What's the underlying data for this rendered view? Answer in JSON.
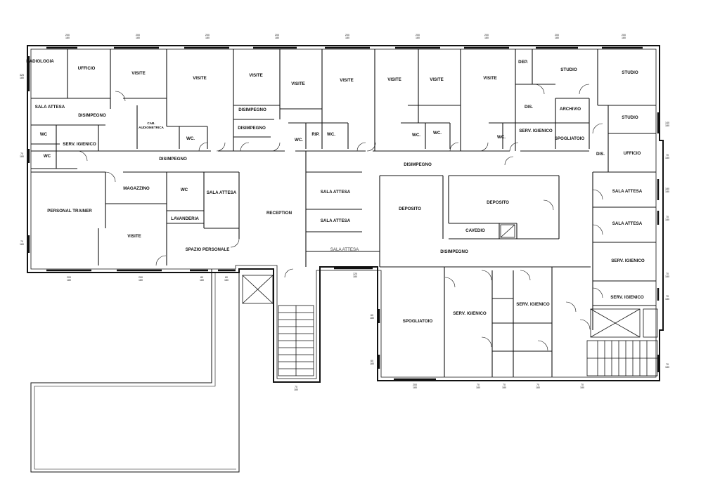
{
  "plan": {
    "rooms": [
      {
        "id": "radiologia",
        "label": "RADIOLOGIA"
      },
      {
        "id": "ufficio-1",
        "label": "UFFICIO"
      },
      {
        "id": "visite-1",
        "label": "VISITE"
      },
      {
        "id": "visite-2",
        "label": "VISITE"
      },
      {
        "id": "visite-3",
        "label": "VISITE"
      },
      {
        "id": "visite-4",
        "label": "VISITE"
      },
      {
        "id": "visite-5",
        "label": "VISITE"
      },
      {
        "id": "visite-6",
        "label": "VISITE"
      },
      {
        "id": "visite-7",
        "label": "VISITE"
      },
      {
        "id": "visite-8",
        "label": "VISITE"
      },
      {
        "id": "dep",
        "label": "DEP."
      },
      {
        "id": "studio-1",
        "label": "STUDIO"
      },
      {
        "id": "studio-2",
        "label": "STUDIO"
      },
      {
        "id": "sala-attesa-1",
        "label": "SALA ATTESA"
      },
      {
        "id": "disimpegno-1",
        "label": "DISIMPEGNO"
      },
      {
        "id": "cab-audiometrica",
        "label": "CAB. AUDIOMETRICA"
      },
      {
        "id": "disimpegno-2",
        "label": "DISIMPEGNO"
      },
      {
        "id": "disimpegno-3",
        "label": "DISIMPEGNO"
      },
      {
        "id": "dis-1",
        "label": "DIS."
      },
      {
        "id": "archivio",
        "label": "ARCHIVIO"
      },
      {
        "id": "studio-3",
        "label": "STUDIO"
      },
      {
        "id": "wc-1",
        "label": "WC"
      },
      {
        "id": "serv-igienico-1",
        "label": "SERV. IGIENICO"
      },
      {
        "id": "wc-2",
        "label": "WC"
      },
      {
        "id": "wc-3",
        "label": "WC."
      },
      {
        "id": "wc-4",
        "label": "WC."
      },
      {
        "id": "rip",
        "label": "RIP."
      },
      {
        "id": "wc-5",
        "label": "WC."
      },
      {
        "id": "wc-6",
        "label": "WC."
      },
      {
        "id": "wc-7",
        "label": "WC."
      },
      {
        "id": "wc-8",
        "label": "WC."
      },
      {
        "id": "serv-igienico-2",
        "label": "SERV. IGIENICO"
      },
      {
        "id": "spogliatoio-1",
        "label": "SPOGLIATOIO"
      },
      {
        "id": "dis-2",
        "label": "DIS."
      },
      {
        "id": "ufficio-2",
        "label": "UFFICIO"
      },
      {
        "id": "disimpegno-4",
        "label": "DISIMPEGNO"
      },
      {
        "id": "disimpegno-5",
        "label": "DISIMPEGNO"
      },
      {
        "id": "magazzino",
        "label": "MAGAZZINO"
      },
      {
        "id": "wc-9",
        "label": "WC"
      },
      {
        "id": "sala-attesa-2",
        "label": "SALA ATTESA"
      },
      {
        "id": "sala-attesa-3",
        "label": "SALA ATTESA"
      },
      {
        "id": "sala-attesa-4",
        "label": "SALA ATTESA"
      },
      {
        "id": "personal-trainer",
        "label": "PERSONAL TRAINER"
      },
      {
        "id": "lavanderia",
        "label": "LAVANDERIA"
      },
      {
        "id": "reception",
        "label": "RECEPTION"
      },
      {
        "id": "sala-attesa-5",
        "label": "SALA ATTESA"
      },
      {
        "id": "sala-attesa-6",
        "label": "SALA ATTESA"
      },
      {
        "id": "deposito-1",
        "label": "DEPOSITO"
      },
      {
        "id": "deposito-2",
        "label": "DEPOSITO"
      },
      {
        "id": "cavedio",
        "label": "CAVEDIO"
      },
      {
        "id": "visite-9",
        "label": "VISITE"
      },
      {
        "id": "spazio-personale",
        "label": "SPAZIO PERSONALE"
      },
      {
        "id": "sala-attesa-7",
        "label": "SALA ATTESA"
      },
      {
        "id": "disimpegno-6",
        "label": "DISIMPEGNO"
      },
      {
        "id": "serv-igienico-3",
        "label": "SERV. IGIENICO"
      },
      {
        "id": "serv-igienico-4",
        "label": "SERV. IGIENICO"
      },
      {
        "id": "spogliatoio-2",
        "label": "SPOGLIATOIO"
      },
      {
        "id": "serv-igienico-5",
        "label": "SERV. IGIENICO"
      },
      {
        "id": "serv-igienico-6",
        "label": "SERV. IGIENICO"
      }
    ],
    "dimension_tags": {
      "window_top": "200\n180",
      "window_side": "70\n180",
      "window_small": "60\n180",
      "side_140": "140\n180",
      "side_180": "180\n180",
      "side_120": "120\n180"
    }
  }
}
